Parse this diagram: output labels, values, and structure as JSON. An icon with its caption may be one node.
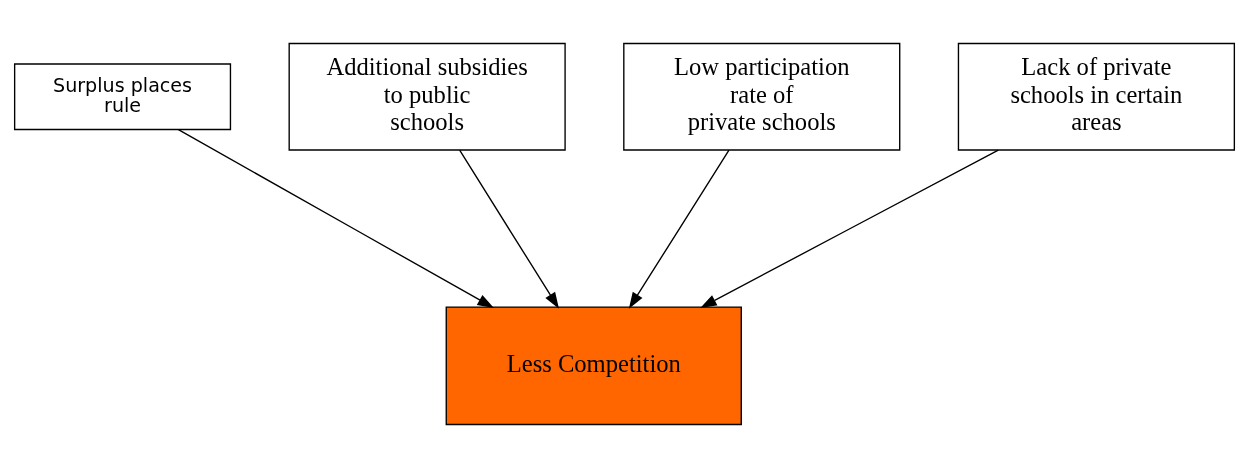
{
  "diagram": {
    "nodes": [
      {
        "text": [
          "Surplus places rule"
        ]
      },
      {
        "text": [
          "Additional subsidies to public schools"
        ]
      },
      {
        "text": [
          "Low participation rate of private schools"
        ]
      },
      {
        "text": [
          "Lack of private schools in certain areas"
        ]
      },
      {
        "text": [
          "Less Competition"
        ]
      }
    ],
    "edges": [
      {
        "from": 0,
        "to": 4,
        "arrow": "to"
      },
      {
        "from": 1,
        "to": 4,
        "arrow": "to"
      },
      {
        "from": 2,
        "to": 4,
        "arrow": "to"
      },
      {
        "from": 3,
        "to": 4,
        "arrow": "to"
      }
    ]
  }
}
